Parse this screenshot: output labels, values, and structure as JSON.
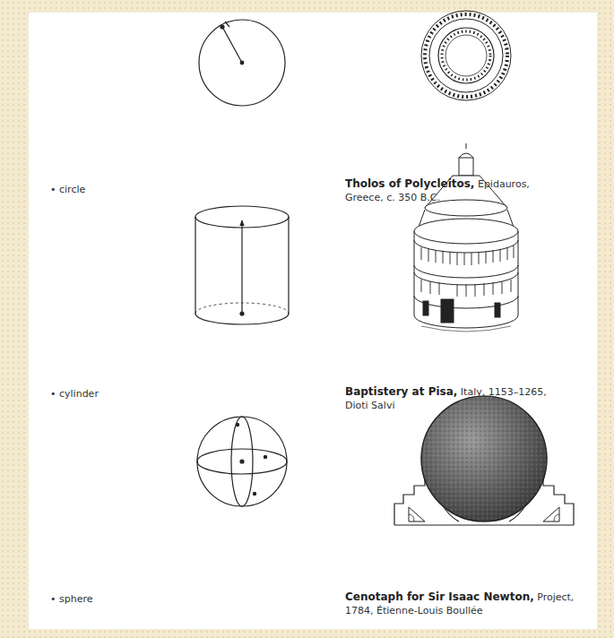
{
  "diagram": {
    "labels": [
      "•",
      "circle",
      "Tholos of Polycleitos,",
      "Epidauros, Greece, c. 350 B.C.",
      "•",
      "cylinder",
      "Baptistery at Pisa,",
      "Italy, 1153–1265, Dioti Salvi",
      "•",
      "sphere",
      "Cenotaph for Sir Isaac Newton,",
      "Project, 1784, Étienne-Louis Boullée"
    ]
  }
}
